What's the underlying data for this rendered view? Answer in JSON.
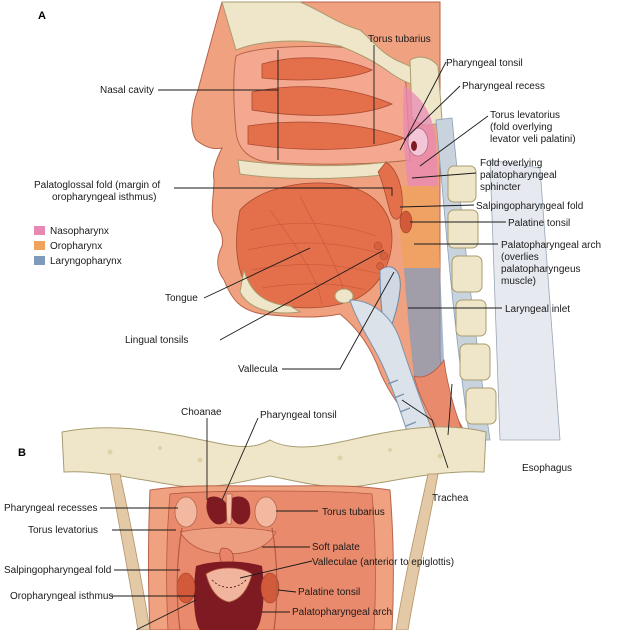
{
  "panels": {
    "a": "A",
    "b": "B"
  },
  "legend": [
    {
      "label": "Nasopharynx",
      "color": "#e889b4"
    },
    {
      "label": "Oropharynx",
      "color": "#f0a35c"
    },
    {
      "label": "Laryngopharynx",
      "color": "#7f9bbb"
    }
  ],
  "labels_a": {
    "nasal_cavity": "Nasal cavity",
    "torus_tubarius": "Torus tubarius",
    "pharyngeal_tonsil": "Pharyngeal tonsil",
    "pharyngeal_recess": "Pharyngeal recess",
    "torus_levatorius_1": "Torus levatorius",
    "torus_levatorius_2": "(fold overlying",
    "torus_levatorius_3": "levator veli palatini)",
    "fold_overlying_1": "Fold overlying",
    "fold_overlying_2": "palatopharyngeal",
    "fold_overlying_3": "sphincter",
    "salpingopharyngeal_fold": "Salpingopharyngeal fold",
    "palatine_tonsil": "Palatine tonsil",
    "palatopharyngeal_arch_1": "Palatopharyngeal arch",
    "palatopharyngeal_arch_2": "(overlies",
    "palatopharyngeal_arch_3": "palatopharyngeus",
    "palatopharyngeal_arch_4": "muscle)",
    "laryngeal_inlet": "Laryngeal inlet",
    "palatoglossal_1": "Palatoglossal fold (margin of",
    "palatoglossal_2": "oropharyngeal isthmus)",
    "tongue": "Tongue",
    "lingual_tonsils": "Lingual tonsils",
    "vallecula": "Vallecula",
    "esophagus": "Esophagus",
    "trachea": "Trachea"
  },
  "labels_b": {
    "choanae": "Choanae",
    "pharyngeal_tonsil": "Pharyngeal tonsil",
    "pharyngeal_recesses": "Pharyngeal recesses",
    "torus_tubarius": "Torus tubarius",
    "torus_levatorius": "Torus levatorius",
    "soft_palate": "Soft palate",
    "salpingopharyngeal_fold": "Salpingopharyngeal fold",
    "valleculae": "Valleculae (anterior to epiglottis)",
    "oropharyngeal_isthmus": "Oropharyngeal isthmus",
    "palatine_tonsil": "Palatine tonsil",
    "palatopharyngeal_arch": "Palatopharyngeal arch"
  }
}
